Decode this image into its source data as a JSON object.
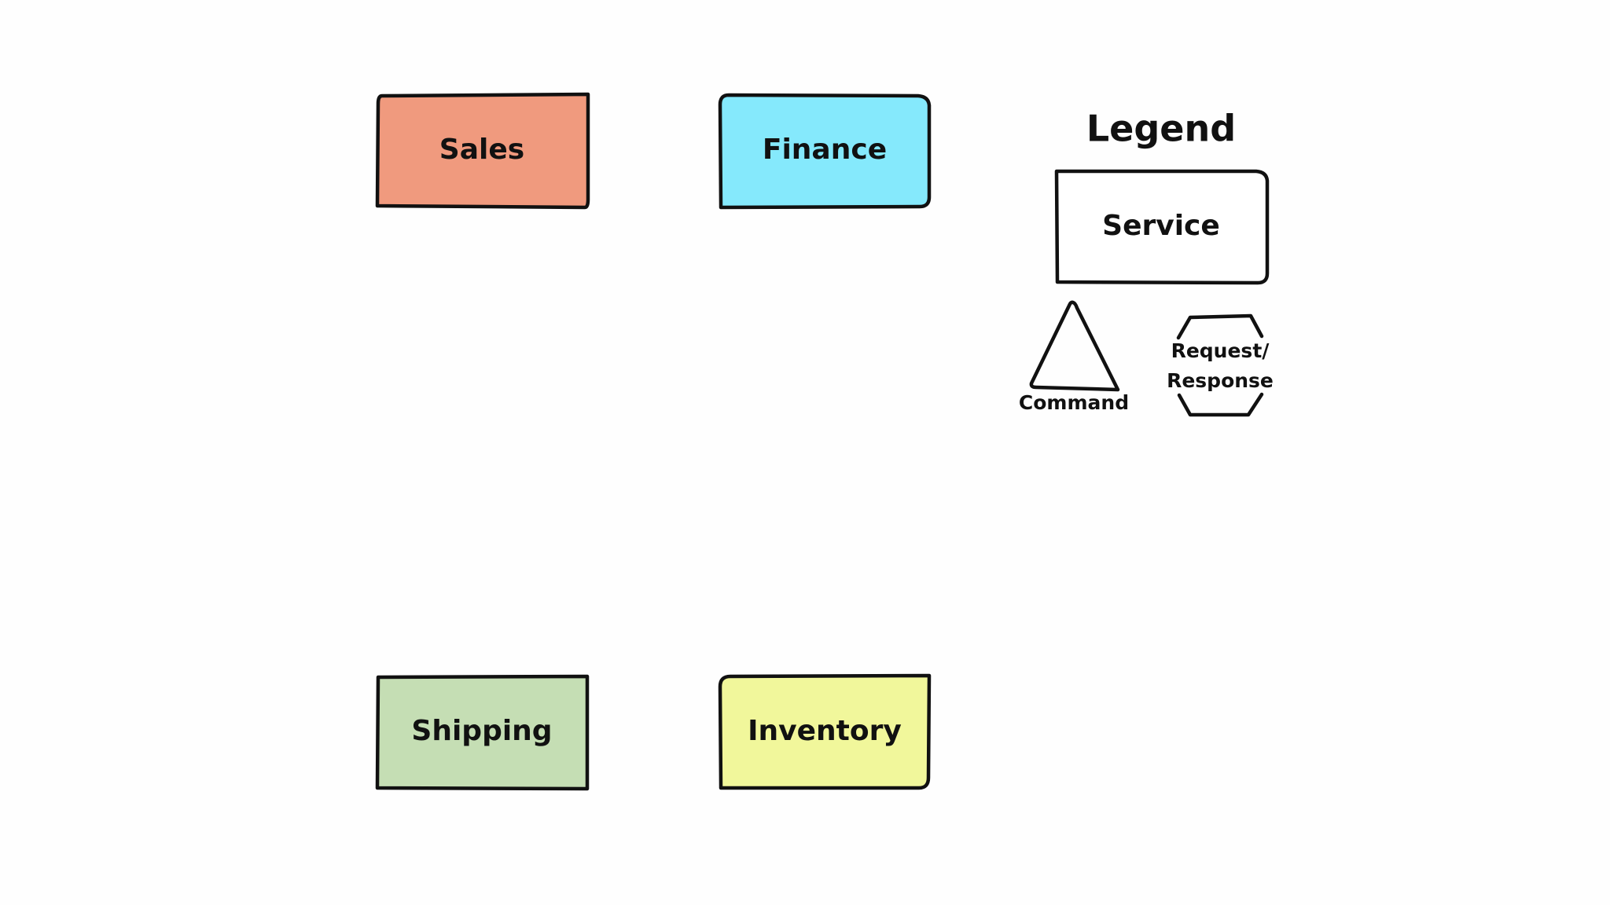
{
  "services": [
    {
      "id": "sales",
      "label": "Sales",
      "color": "#f09a7e"
    },
    {
      "id": "finance",
      "label": "Finance",
      "color": "#85e9fc"
    },
    {
      "id": "shipping",
      "label": "Shipping",
      "color": "#c5deb4"
    },
    {
      "id": "inventory",
      "label": "Inventory",
      "color": "#f1f79b"
    }
  ],
  "legend": {
    "title": "Legend",
    "service_label": "Service",
    "command_label": "Command",
    "request_label_line1": "Request/",
    "request_label_line2": "Response"
  }
}
